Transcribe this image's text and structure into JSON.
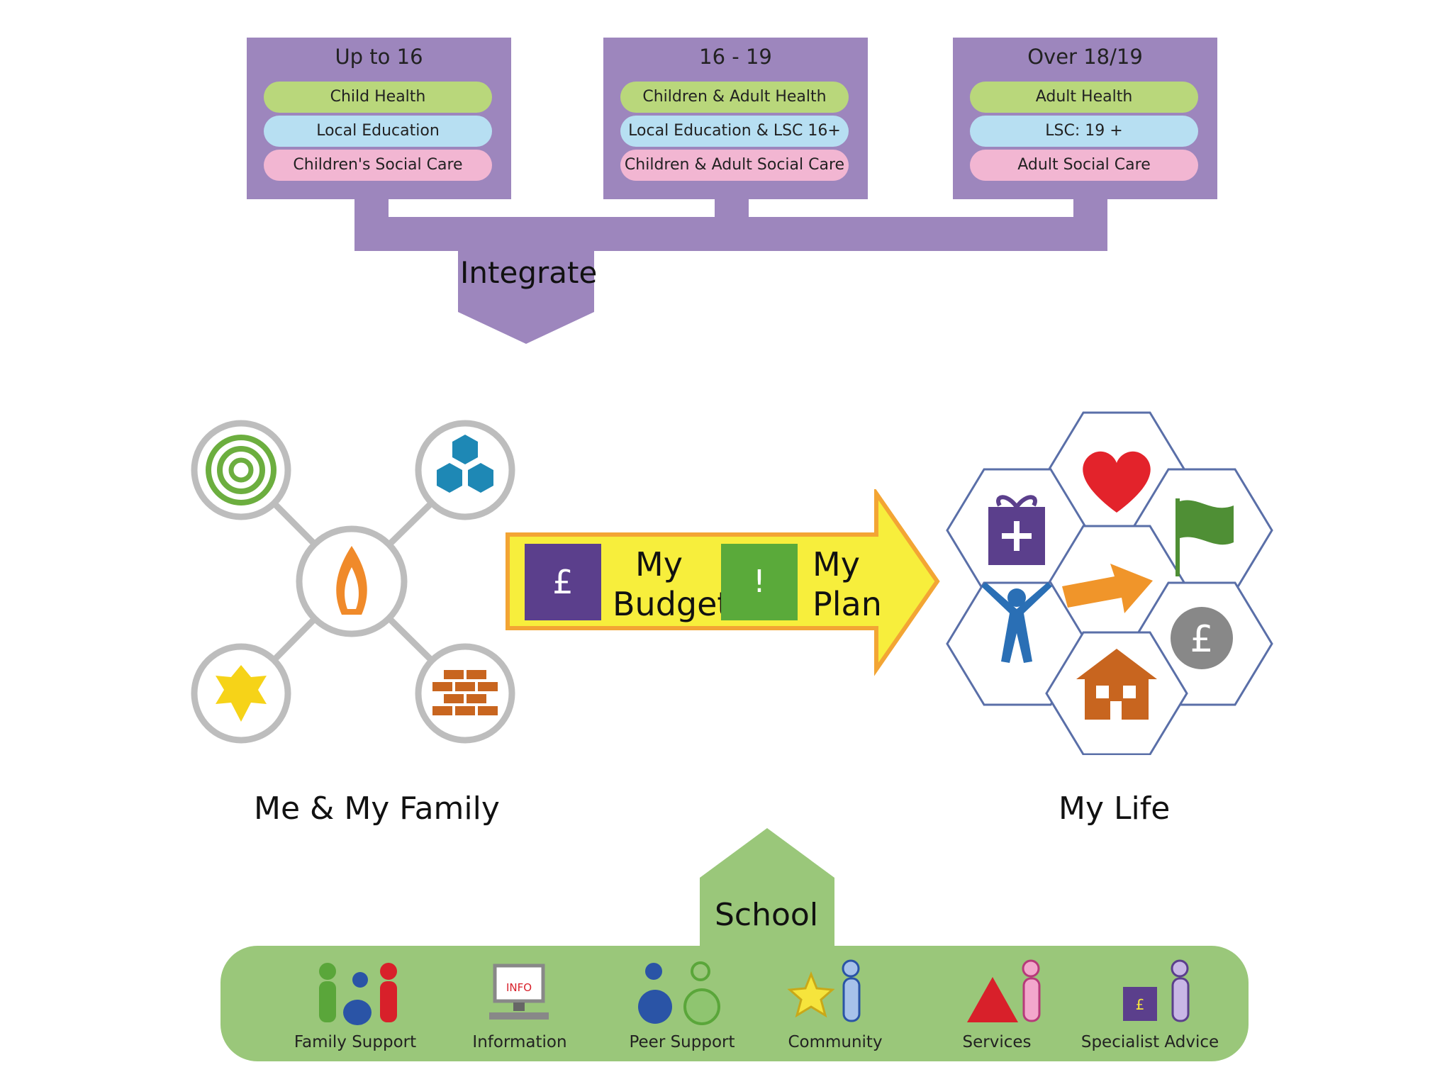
{
  "age_bands": [
    {
      "title": "Up to 16",
      "items": [
        "Child Health",
        "Local Education",
        "Children's Social Care"
      ]
    },
    {
      "title": "16 - 19",
      "items": [
        "Children & Adult Health",
        "Local Education & LSC 16+",
        "Children & Adult Social Care"
      ]
    },
    {
      "title": "Over 18/19",
      "items": [
        "Adult Health",
        "LSC: 19 +",
        "Adult Social Care"
      ]
    }
  ],
  "integrate_label": "Integrate",
  "family": {
    "label": "Me & My Family",
    "icons": [
      "target-icon",
      "cubes-icon",
      "flame-icon",
      "star-icon",
      "bricks-icon"
    ]
  },
  "arrow": {
    "budget_symbol": "£",
    "budget_label_1": "My",
    "budget_label_2": "Budget",
    "plan_symbol": "!",
    "plan_label_1": "My",
    "plan_label_2": "Plan"
  },
  "life": {
    "label": "My Life",
    "icons": [
      "heart-icon",
      "gift-icon",
      "flag-icon",
      "arrow-icon",
      "person-icon",
      "pound-icon",
      "house-icon"
    ],
    "pound_symbol": "£"
  },
  "school_label": "School",
  "resources": [
    {
      "label": "Family Support",
      "icon": "family-icon"
    },
    {
      "label": "Information",
      "icon": "computer-icon",
      "screen_text": "INFO"
    },
    {
      "label": "Peer Support",
      "icon": "peers-icon"
    },
    {
      "label": "Community",
      "icon": "star-person-icon"
    },
    {
      "label": "Services",
      "icon": "triangle-person-icon"
    },
    {
      "label": "Specialist Advice",
      "icon": "box-person-icon",
      "box_text": "£"
    }
  ],
  "colors": {
    "purple": "#9d86bd",
    "health": "#b9d77b",
    "education": "#b7dff2",
    "care": "#f2b6d2",
    "green": "#9ac77a",
    "arrow_yellow": "#f7ee3c",
    "arrow_orange": "#f3a534",
    "budget_purple": "#5b3f8c",
    "plan_green": "#5aaa3a"
  }
}
